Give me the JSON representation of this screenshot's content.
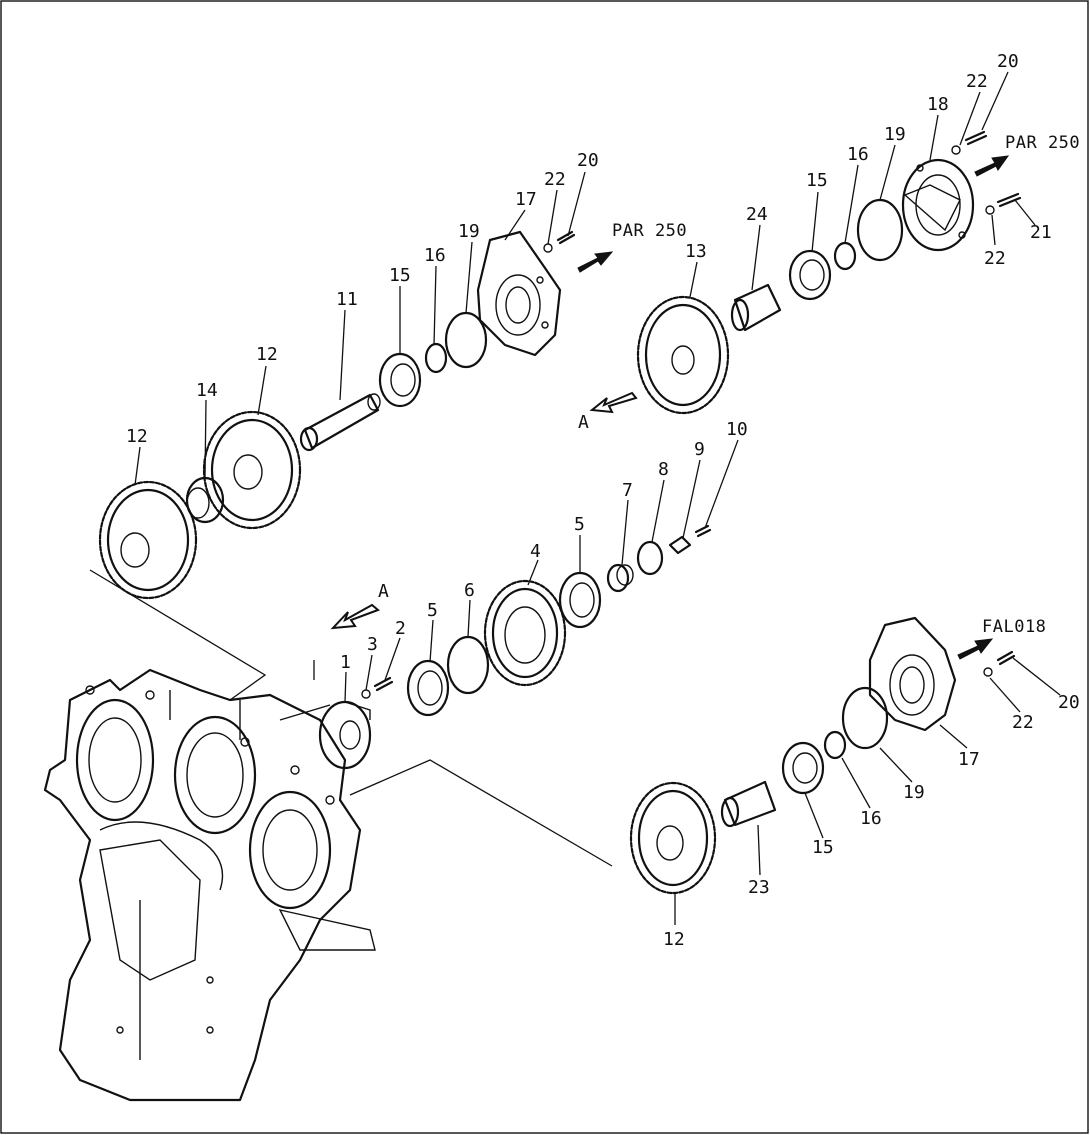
{
  "drawing": {
    "callouts": [
      {
        "id": "c20a",
        "text": "20"
      },
      {
        "id": "c22a",
        "text": "22"
      },
      {
        "id": "c18",
        "text": "18"
      },
      {
        "id": "c19a",
        "text": "19"
      },
      {
        "id": "c16a",
        "text": "16"
      },
      {
        "id": "c15a",
        "text": "15"
      },
      {
        "id": "c24",
        "text": "24"
      },
      {
        "id": "c13",
        "text": "13"
      },
      {
        "id": "c22b",
        "text": "22"
      },
      {
        "id": "c21",
        "text": "21"
      },
      {
        "id": "c20b",
        "text": "20"
      },
      {
        "id": "c22c",
        "text": "22"
      },
      {
        "id": "c17a",
        "text": "17"
      },
      {
        "id": "c19b",
        "text": "19"
      },
      {
        "id": "c16b",
        "text": "16"
      },
      {
        "id": "c15b",
        "text": "15"
      },
      {
        "id": "c11",
        "text": "11"
      },
      {
        "id": "c12a",
        "text": "12"
      },
      {
        "id": "c14",
        "text": "14"
      },
      {
        "id": "c12b",
        "text": "12"
      },
      {
        "id": "c10",
        "text": "10"
      },
      {
        "id": "c9a",
        "text": "9"
      },
      {
        "id": "c8",
        "text": "8"
      },
      {
        "id": "c7",
        "text": "7"
      },
      {
        "id": "c5a",
        "text": "5"
      },
      {
        "id": "c4",
        "text": "4"
      },
      {
        "id": "c6",
        "text": "6"
      },
      {
        "id": "c5b",
        "text": "5"
      },
      {
        "id": "c2",
        "text": "2"
      },
      {
        "id": "c3",
        "text": "3"
      },
      {
        "id": "c1",
        "text": "1"
      },
      {
        "id": "c20c",
        "text": "20"
      },
      {
        "id": "c22d",
        "text": "22"
      },
      {
        "id": "c17b",
        "text": "17"
      },
      {
        "id": "c19c",
        "text": "19"
      },
      {
        "id": "c16c",
        "text": "16"
      },
      {
        "id": "c15c",
        "text": "15"
      },
      {
        "id": "c23",
        "text": "23"
      },
      {
        "id": "c12c",
        "text": "12"
      }
    ],
    "references": {
      "par250_right": "PAR 250",
      "par250_center": "PAR 250",
      "fal018": "FAL018"
    },
    "view_markers": {
      "upper": "A",
      "lower": "A"
    }
  }
}
